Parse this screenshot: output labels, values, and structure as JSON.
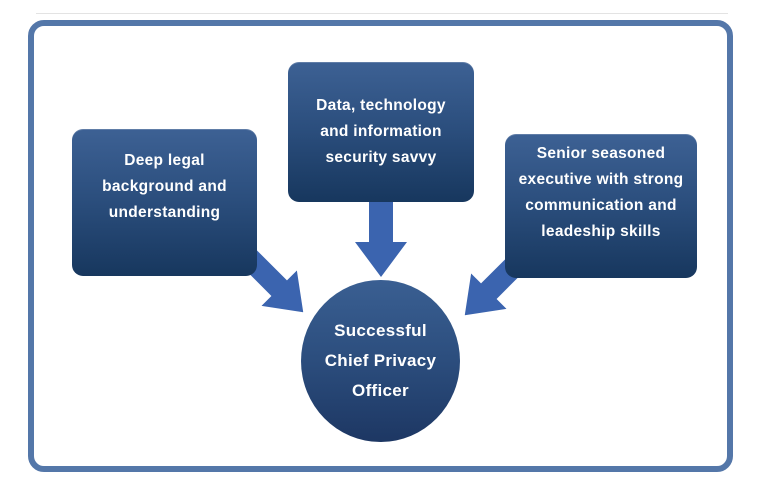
{
  "diagram": {
    "boxes": [
      {
        "id": "legal",
        "text": "Deep legal\nbackground and\nunderstanding"
      },
      {
        "id": "tech",
        "text": "Data, technology\nand information\nsecurity savvy"
      },
      {
        "id": "executive",
        "text": "Senior seasoned\nexecutive with strong\ncommunication and\nleadeship skills"
      }
    ],
    "center": {
      "text": "Successful\nChief Privacy\nOfficer"
    }
  },
  "colors": {
    "background": "#ffffff",
    "hairline": "#e3e3e3",
    "frame-border": "#5477a9",
    "box-gradient-top": "#3d6194",
    "box-gradient-mid": "#2b4e7d",
    "box-gradient-bottom": "#17375e",
    "circle-gradient-top": "#3a5f92",
    "circle-gradient-mid": "#2c4e7e",
    "circle-gradient-bottom": "#1d3763",
    "arrow-fill": "#3b64af",
    "text": "#ffffff"
  }
}
